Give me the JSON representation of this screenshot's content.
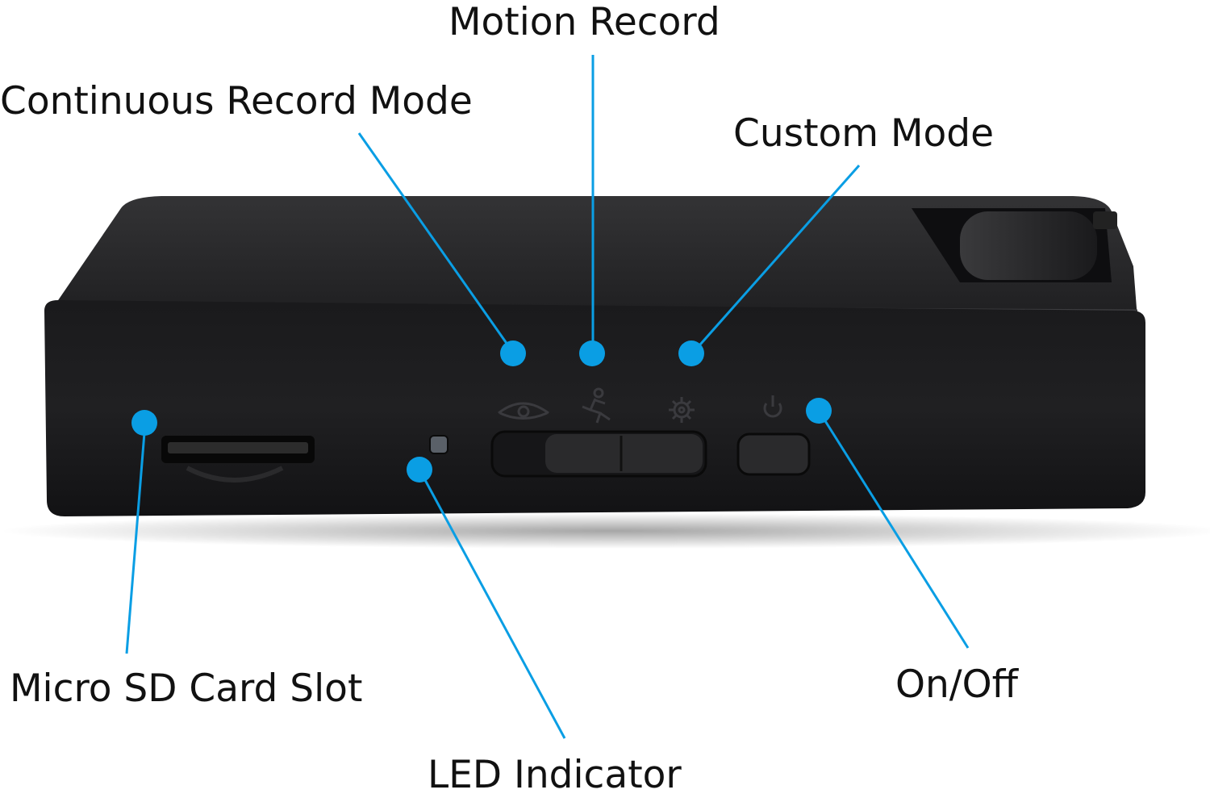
{
  "labels": {
    "motion_record": "Motion Record",
    "continuous_record": "Continuous Record Mode",
    "custom_mode": "Custom Mode",
    "micro_sd": "Micro SD Card Slot",
    "led_indicator": "LED Indicator",
    "on_off": "On/Off"
  },
  "colors": {
    "accent": "#0a9ee4",
    "device_body": "#1c1c1e",
    "device_top": "#2a2a2c",
    "background": "#ffffff"
  },
  "icons": [
    "eye-icon",
    "running-person-icon",
    "gear-icon",
    "power-icon"
  ]
}
